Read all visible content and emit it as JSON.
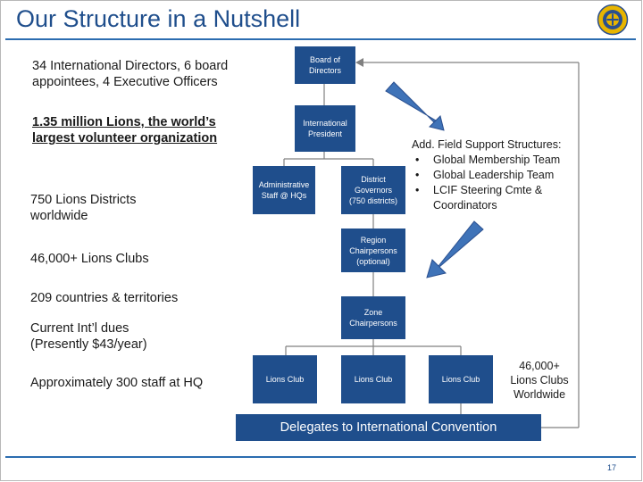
{
  "slide": {
    "title": "Our Structure in a Nutshell",
    "page_number": "17",
    "logo": "lions-club-logo"
  },
  "left_facts": [
    "34 International Directors, 6 board appointees, 4 Executive Officers",
    "1.35 million Lions, the world’s largest volunteer organization",
    "750 Lions Districts worldwide",
    "46,000+ Lions Clubs",
    "209 countries & territories",
    "Current Int’l dues (Presently $43/year)",
    "Approximately 300 staff at HQ"
  ],
  "org_chart": {
    "board": [
      "Board of",
      "Directors"
    ],
    "president": [
      "International",
      "President"
    ],
    "admin_staff": [
      "Administrative",
      "Staff @ HQs"
    ],
    "district_governors": [
      "District",
      "Governors",
      "(750 districts)"
    ],
    "region_chairpersons": [
      "Region",
      "Chairpersons",
      "(optional)"
    ],
    "zone_chairpersons": [
      "Zone",
      "Chairpersons"
    ],
    "lions_club_1": "Lions Club",
    "lions_club_2": "Lions Club",
    "lions_club_3": "Lions Club",
    "convention": "Delegates to International Convention"
  },
  "support_structures": {
    "heading": "Add. Field Support Structures:",
    "items": [
      "Global Membership Team",
      "Global Leadership Team",
      "LCIF Steering Cmte & Coordinators"
    ]
  },
  "clubs_worldwide": "46,000+ Lions Clubs Worldwide",
  "colors": {
    "box_fill": "#1f4e8c",
    "title_blue": "#1f4e8c",
    "arrow_fill": "#3f73b8",
    "logo_gold": "#e8b500",
    "logo_blue": "#2a4f8f"
  }
}
